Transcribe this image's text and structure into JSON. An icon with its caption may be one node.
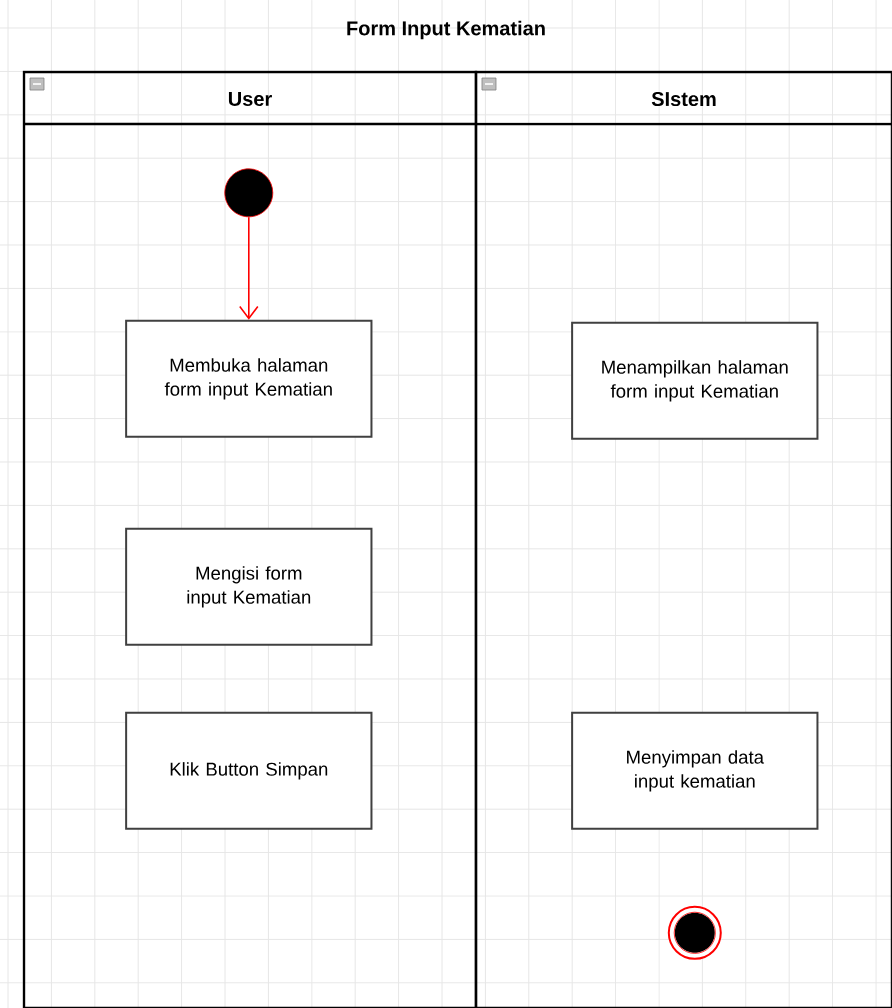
{
  "diagram": {
    "title": "Form Input Kematian",
    "nodes": [
      {
        "text": [
          "User"
        ]
      },
      {
        "text": [
          "SIstem"
        ]
      },
      {
        "text": [],
        "shape": "circle",
        "in": 0
      },
      {
        "text": [
          "Membuka halaman form input Kematian"
        ],
        "in": 0
      },
      {
        "text": [
          "Menampilkan halaman form input Kematian"
        ],
        "in": 1
      },
      {
        "text": [
          "Mengisi form input Kematian"
        ],
        "in": 0
      },
      {
        "text": [
          "Klik Button Simpan"
        ],
        "in": 0
      },
      {
        "text": [
          "Menyimpan data input kematian"
        ],
        "in": 1
      },
      {
        "text": [],
        "shape": "bullseye",
        "in": 1
      }
    ],
    "edges": [
      {
        "from": 2,
        "to": 3,
        "arrow": "to",
        "color": "#ff0000"
      }
    ]
  }
}
